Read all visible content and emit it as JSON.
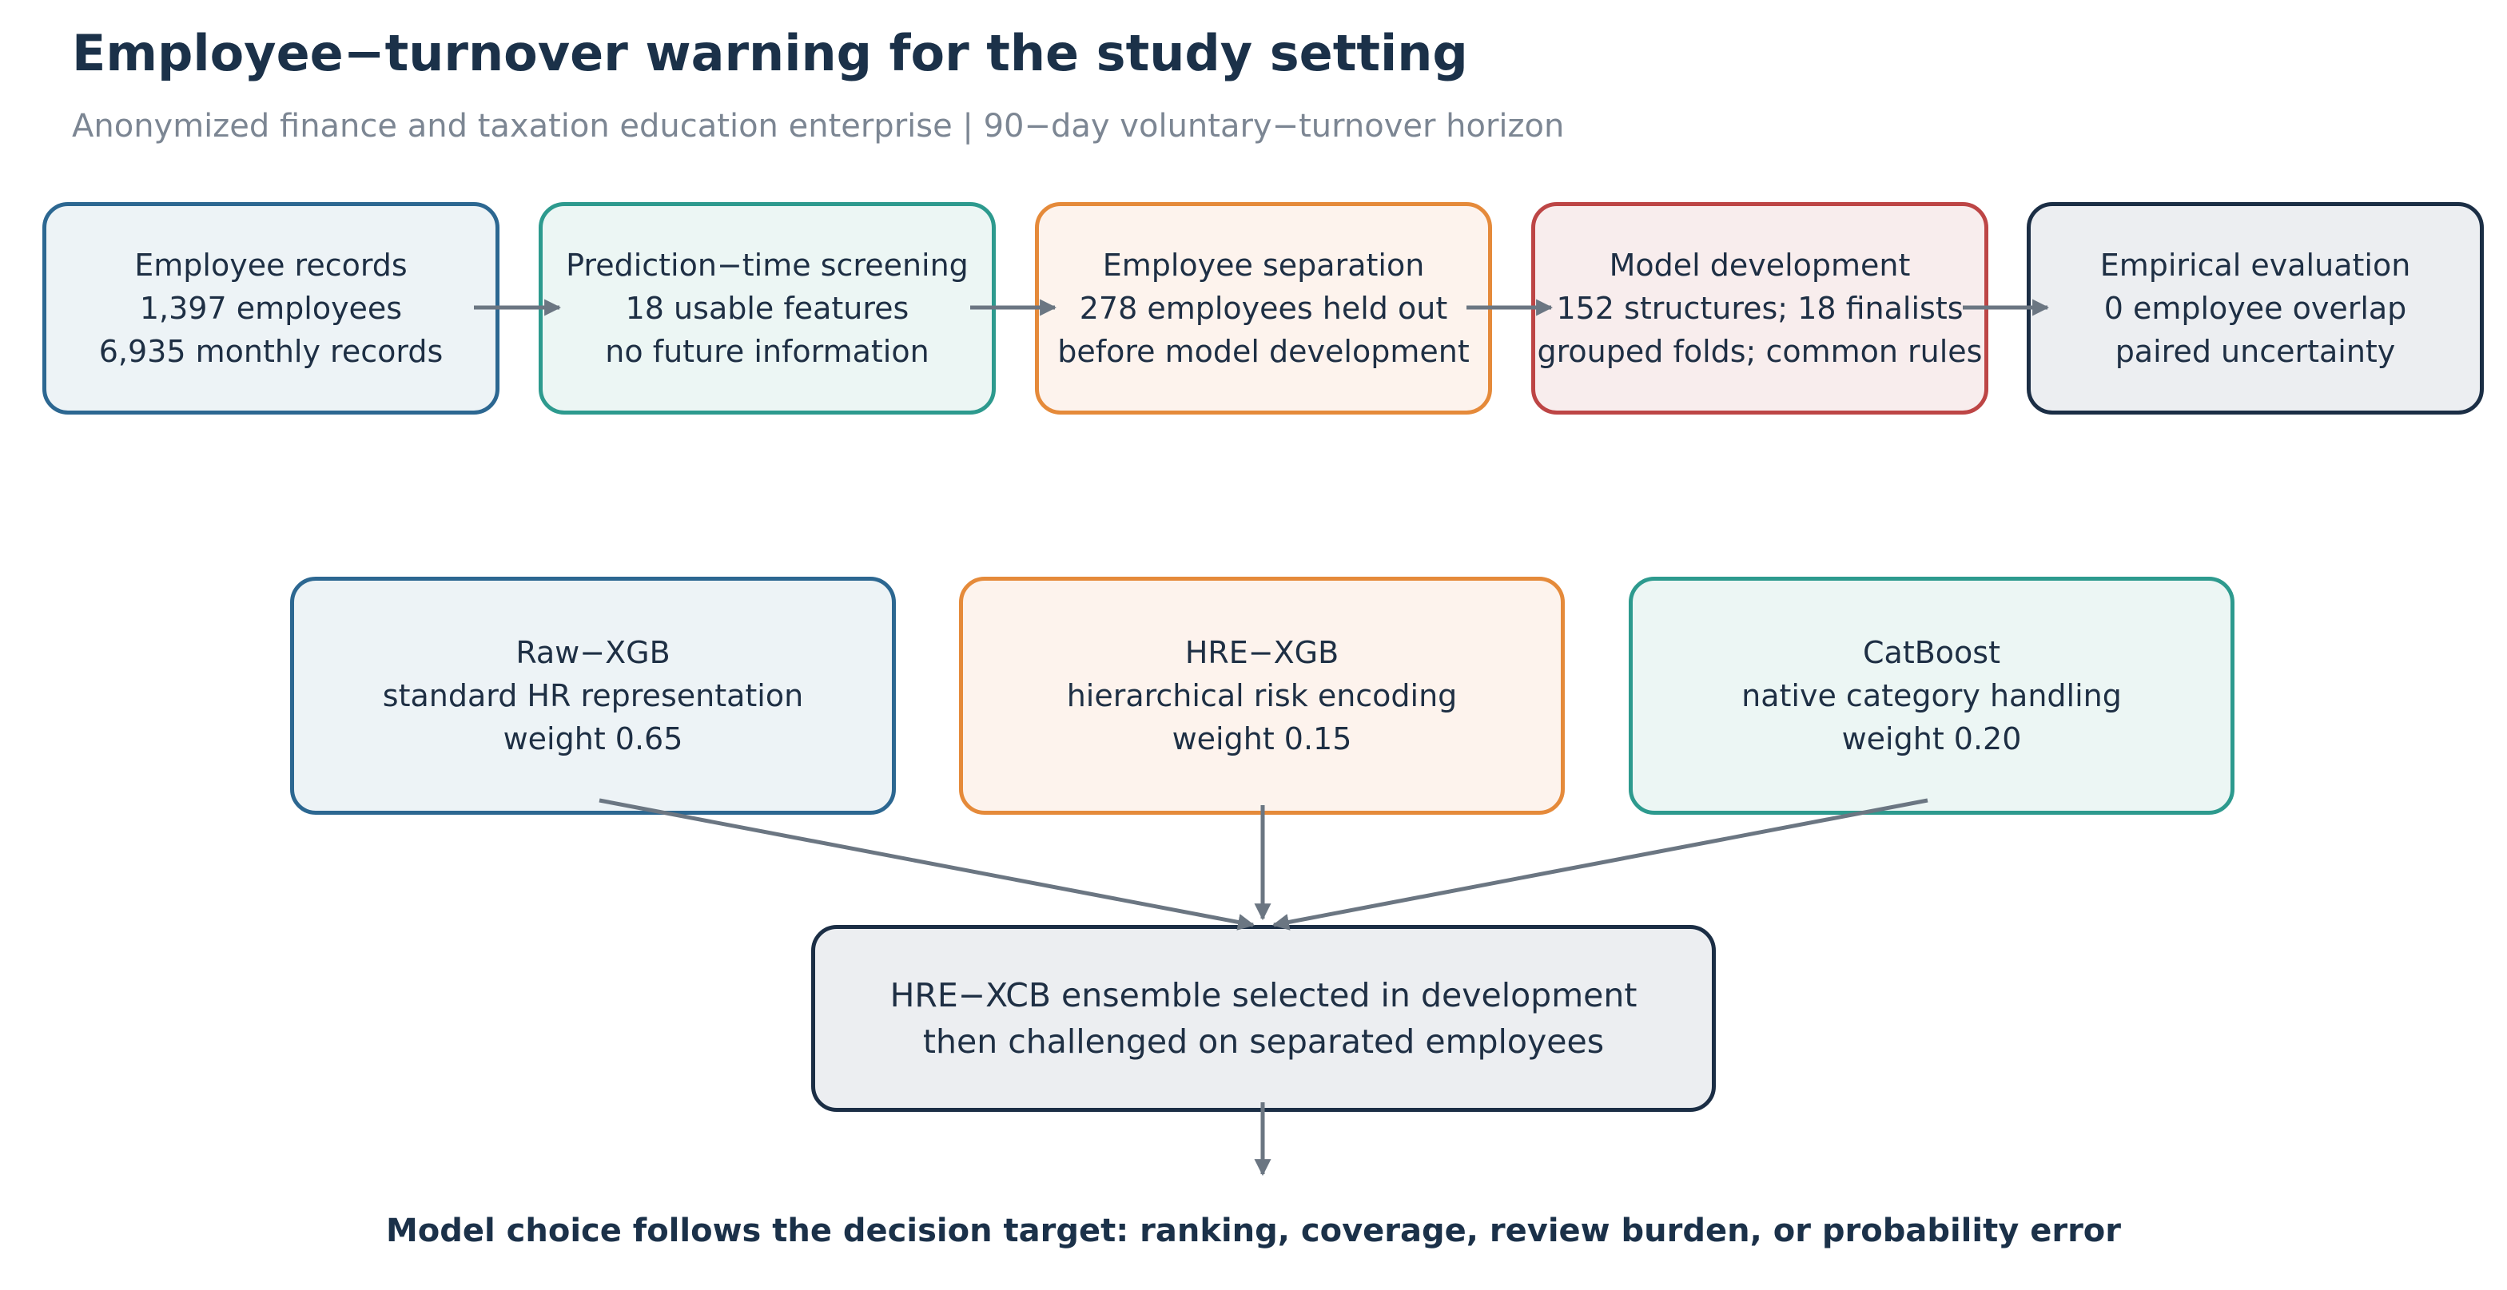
{
  "header": {
    "title": "Employee−turnover warning for the study setting",
    "subtitle": "Anonymized finance and taxation education enterprise | 90−day voluntary−turnover horizon"
  },
  "pipeline": [
    {
      "lines": [
        "Employee records",
        "1,397 employees",
        "6,935 monthly records"
      ],
      "color": "#2c6791"
    },
    {
      "lines": [
        "Prediction−time screening",
        "18 usable features",
        "no future information"
      ],
      "color": "#2d9a8e"
    },
    {
      "lines": [
        "Employee separation",
        "278 employees held out",
        "before model development"
      ],
      "color": "#e58a3a"
    },
    {
      "lines": [
        "Model development",
        "152 structures; 18 finalists",
        "grouped folds; common rules"
      ],
      "color": "#bd4545"
    },
    {
      "lines": [
        "Empirical evaluation",
        "0 employee overlap",
        "paired uncertainty"
      ],
      "color": "#1b2e45"
    }
  ],
  "models": [
    {
      "lines": [
        "Raw−XGB",
        "standard HR representation",
        "weight 0.65"
      ],
      "color": "#2c6791"
    },
    {
      "lines": [
        "HRE−XGB",
        "hierarchical risk encoding",
        "weight 0.15"
      ],
      "color": "#e58a3a"
    },
    {
      "lines": [
        "CatBoost",
        "native category handling",
        "weight 0.20"
      ],
      "color": "#2d9a8e"
    }
  ],
  "ensemble": {
    "lines": [
      "HRE−XCB ensemble selected in development",
      "then challenged on separated employees"
    ],
    "color": "#1b2e45"
  },
  "conclusion": "Model choice follows the decision target: ranking, coverage, review burden, or probability error",
  "colors": {
    "arrow": "#6b7682",
    "title": "#1b3149",
    "subtitle": "#7c8693"
  }
}
